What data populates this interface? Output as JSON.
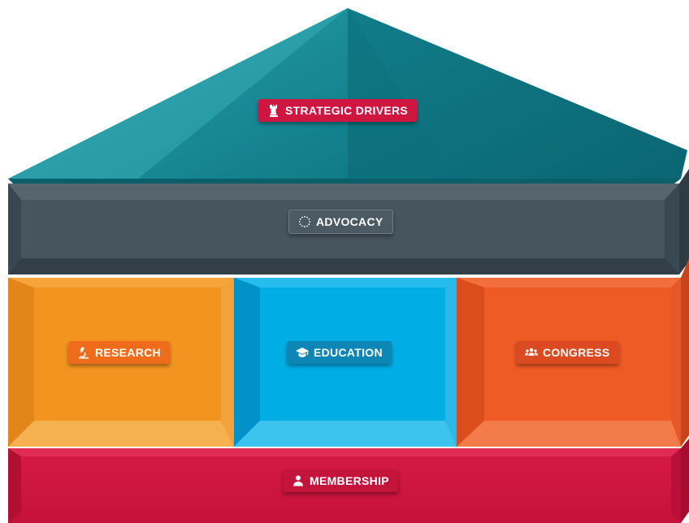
{
  "diagram": {
    "roof": {
      "label": "STRATEGIC DRIVERS",
      "icon": "chess-rook-icon",
      "color": "#13848f",
      "label_color": "#cf1641"
    },
    "beam": {
      "label": "ADVOCACY",
      "icon": "eu-stars-circle-icon",
      "color": "#46555e"
    },
    "pillars": [
      {
        "label": "RESEARCH",
        "icon": "microscope-icon",
        "color": "#f39420"
      },
      {
        "label": "EDUCATION",
        "icon": "graduation-cap-icon",
        "color": "#00aee6"
      },
      {
        "label": "CONGRESS",
        "icon": "group-users-icon",
        "color": "#ef5b25"
      }
    ],
    "foundation": {
      "label": "MEMBERSHIP",
      "icon": "user-icon",
      "color": "#d01642"
    }
  }
}
